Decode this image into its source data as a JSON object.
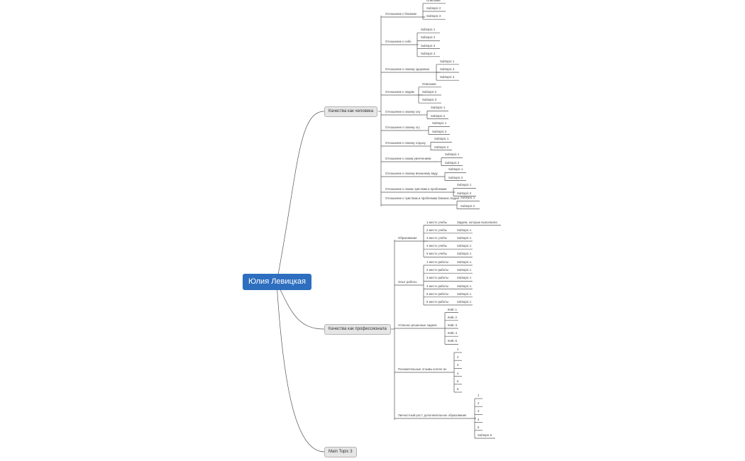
{
  "root": {
    "label": "Юлия Левицкая"
  },
  "colors": {
    "root_fill": "#2d6ebf",
    "line": "#555555",
    "topic_fill": "#e6e6e6"
  },
  "topics": [
    {
      "label": "Качества как человека"
    },
    {
      "label": "Качества как профессионала"
    },
    {
      "label": "Main Topic 3"
    }
  ],
  "human": [
    {
      "label": "Отношение к близким",
      "children": [
        "Описание",
        "Subtopic 2",
        "Subtopic 3"
      ]
    },
    {
      "label": "Отношение к себе",
      "children": [
        "Subtopic 1",
        "Subtopic 2",
        "Subtopic 3",
        "Subtopic 4"
      ]
    },
    {
      "label": "Отношение к своему здоровью",
      "children": [
        "Subtopic 1",
        "Subtopic 2",
        "Subtopic 3"
      ]
    },
    {
      "label": "Отношение к людям",
      "children": [
        "Описание",
        "Subtopic 2",
        "Subtopic 3"
      ]
    },
    {
      "label": "Отношение к своему сну",
      "children": [
        "Subtopic 1",
        "Subtopic 2"
      ]
    },
    {
      "label": "Отношение к своему эгу",
      "children": [
        "Subtopic 1",
        "Subtopic 2"
      ]
    },
    {
      "label": "Отношение к своему отдыху",
      "children": [
        "Subtopic 1",
        "Subtopic 2"
      ]
    },
    {
      "label": "Отношение к своим увлечениям",
      "children": [
        "Subtopic 1",
        "Subtopic 2"
      ]
    },
    {
      "label": "Отношение к своему внешнему виду",
      "children": [
        "Subtopic 1",
        "Subtopic 2"
      ]
    },
    {
      "label": "Отношение к своим чувствам и проблемам",
      "children": [
        "Subtopic 1",
        "Subtopic 2"
      ]
    },
    {
      "label": "Отношение к чувствам и проблемам близких людей",
      "children": [
        "Subtopic 1",
        "Subtopic 2"
      ]
    }
  ],
  "prof": [
    {
      "label": "Образование",
      "children": [
        {
          "label": "1 место учебы",
          "child": "Задачи, которые выполнила"
        },
        {
          "label": "2 место учебы",
          "child": "Subtopic 1"
        },
        {
          "label": "3 место учебы",
          "child": "Subtopic 1"
        },
        {
          "label": "4 место учебы",
          "child": "Subtopic 1"
        },
        {
          "label": "5 место учебы",
          "child": "Subtopic 1"
        }
      ]
    },
    {
      "label": "Опыт работы",
      "children": [
        {
          "label": "1 место работы",
          "child": "Subtopic 1"
        },
        {
          "label": "2 место работы",
          "child": "Subtopic 1"
        },
        {
          "label": "3 место работы",
          "child": "Subtopic 1"
        },
        {
          "label": "4 место работы",
          "child": "Subtopic 1"
        },
        {
          "label": "5 место работы",
          "child": "Subtopic 1"
        },
        {
          "label": "6 место работы",
          "child": "Subtopic 1"
        }
      ]
    },
    {
      "label": "Успешно решенные задачи",
      "children": [
        {
          "label": "Кейс 1"
        },
        {
          "label": "Кейс 2"
        },
        {
          "label": "Кейс 3"
        },
        {
          "label": "Кейс 4"
        },
        {
          "label": "Кейс 5"
        }
      ]
    },
    {
      "label": "Положительные отзывы коллег из",
      "children": [
        {
          "label": "1"
        },
        {
          "label": "2"
        },
        {
          "label": "3"
        },
        {
          "label": "4"
        },
        {
          "label": "5"
        },
        {
          "label": "6"
        }
      ]
    },
    {
      "label": "Личностный рост: дополнительное образование",
      "children": [
        {
          "label": "1"
        },
        {
          "label": "2"
        },
        {
          "label": "3"
        },
        {
          "label": "4"
        },
        {
          "label": "5"
        },
        {
          "label": "Subtopic 6"
        }
      ]
    }
  ]
}
